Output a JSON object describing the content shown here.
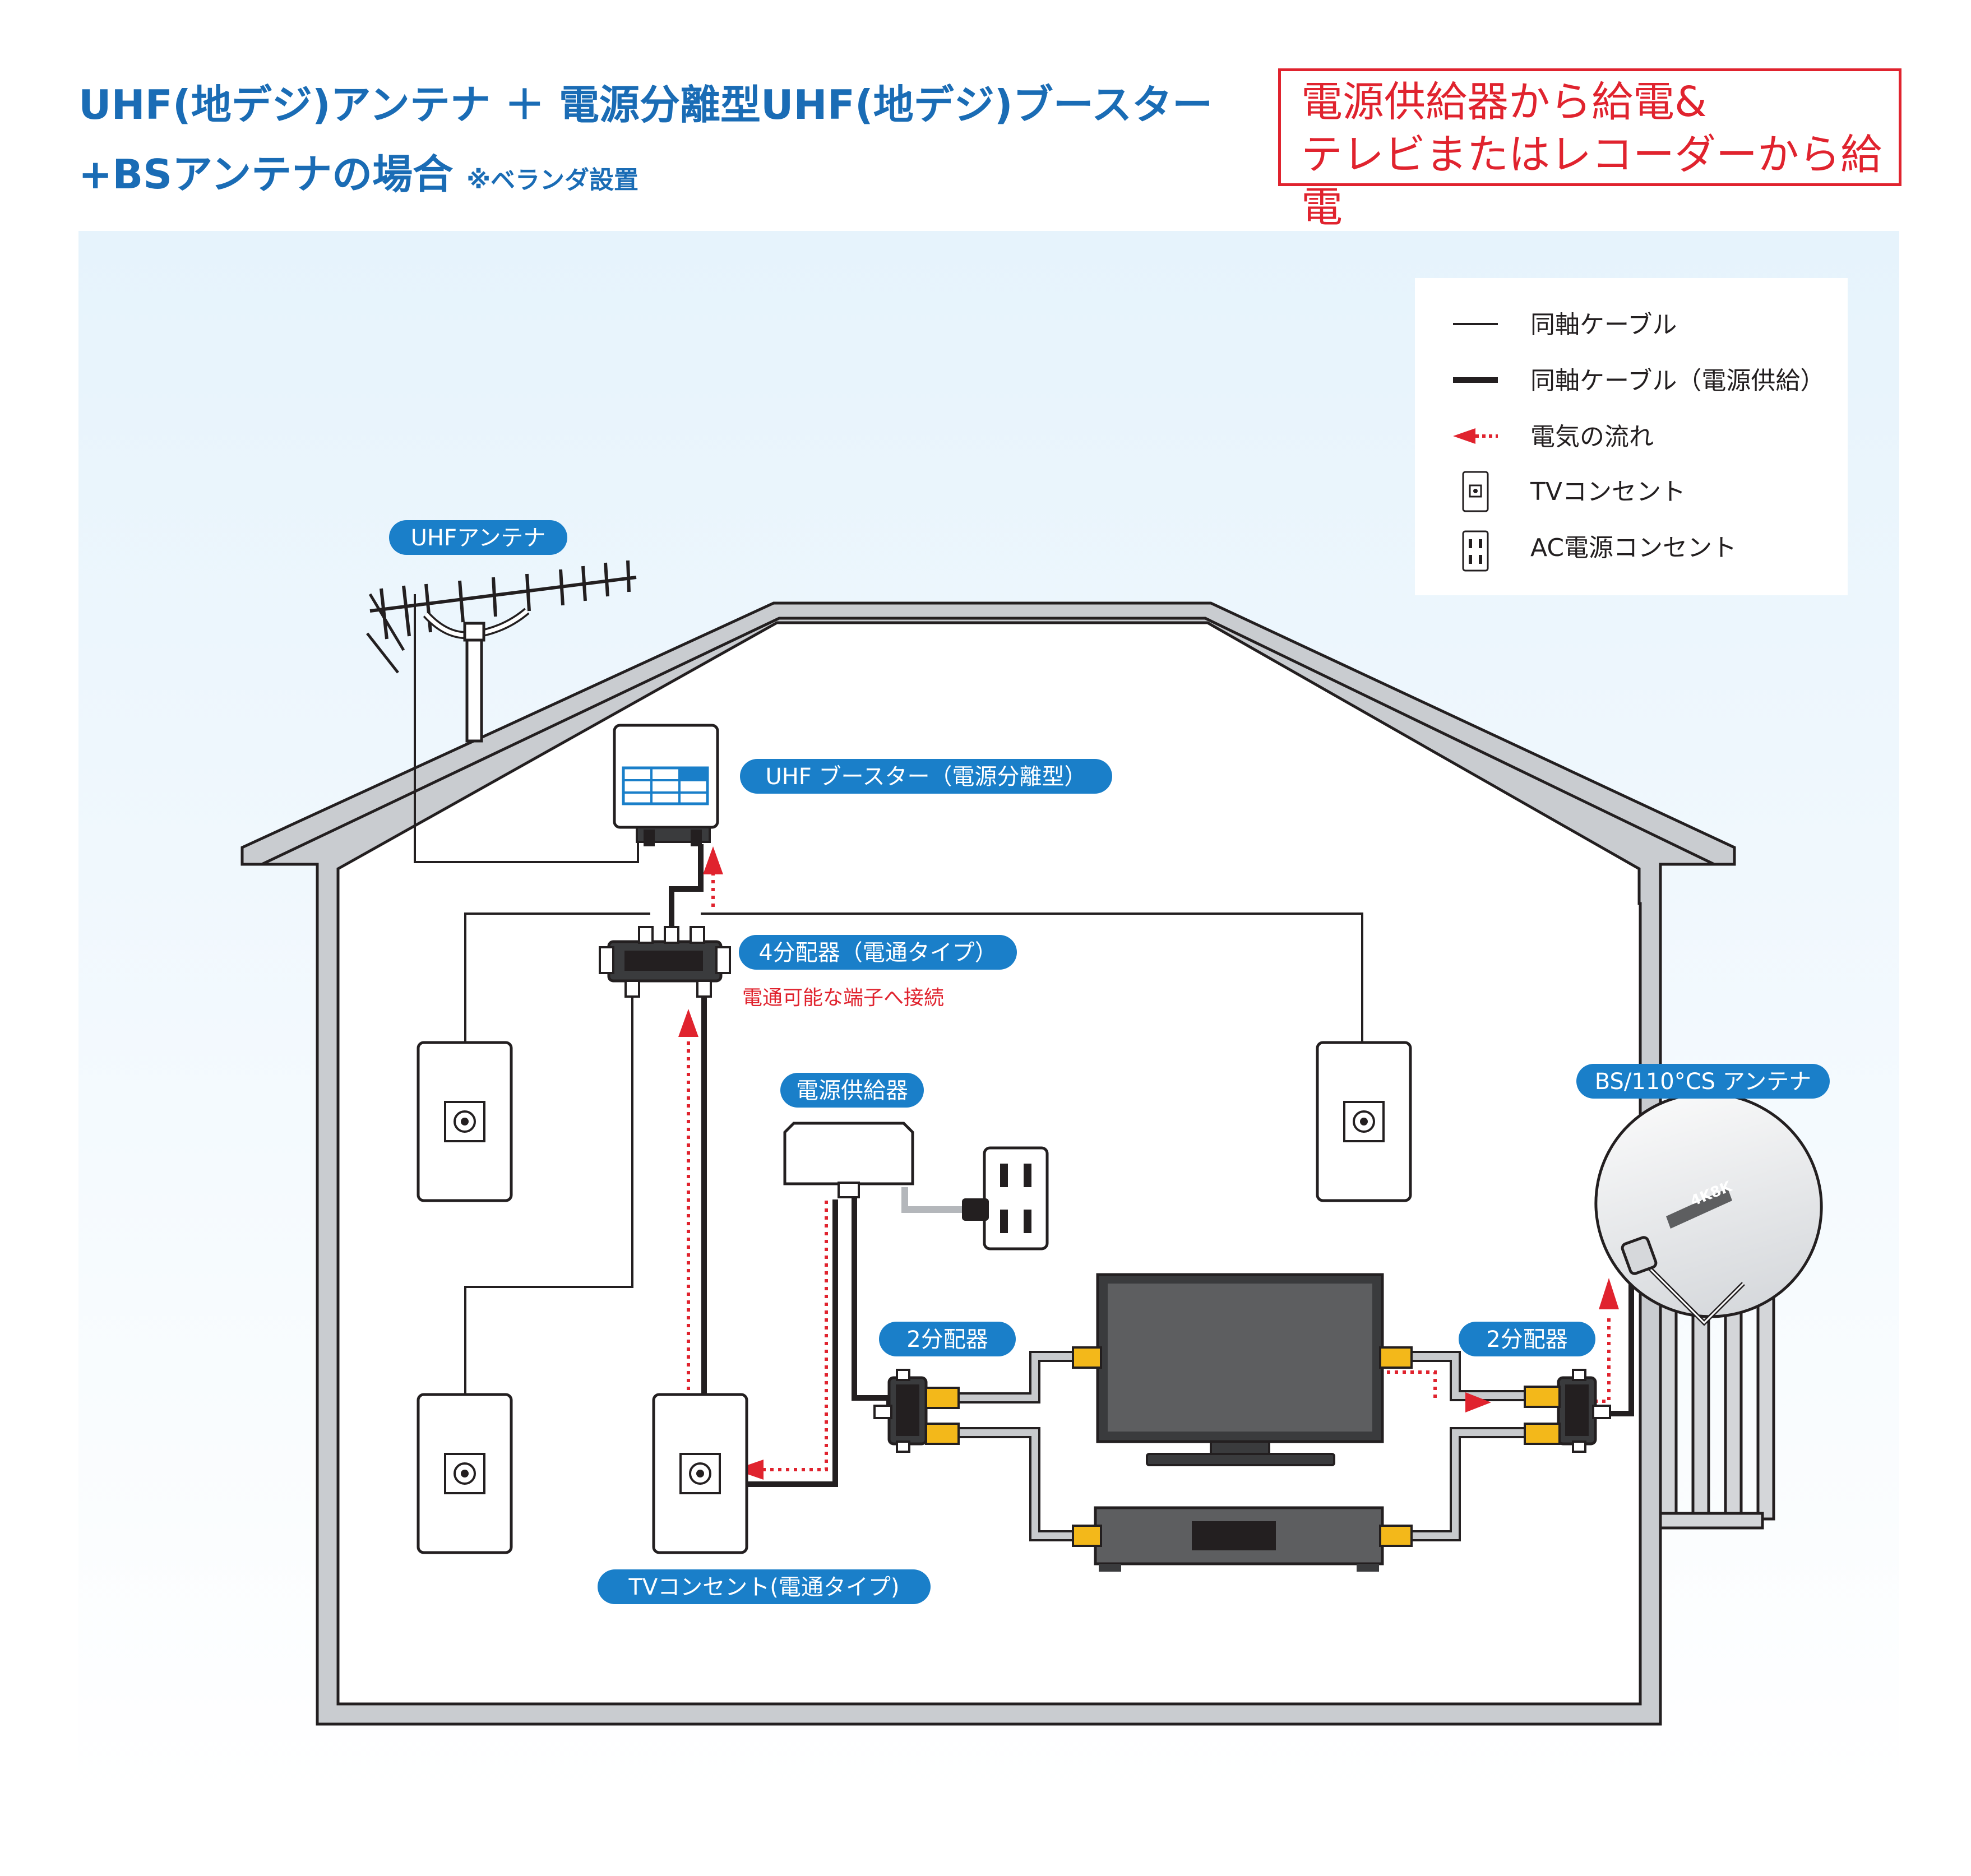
{
  "header": {
    "title_line1": "UHF(地デジ)アンテナ ＋ 電源分離型UHF(地デジ)ブースター",
    "title_line2": "+BSアンテナの場合",
    "title_note": "※ベランダ設置"
  },
  "notice": {
    "line1": "電源供給器から給電&",
    "line2": "テレビまたはレコーダーから給電"
  },
  "legend": {
    "items": [
      {
        "label": "同軸ケーブル"
      },
      {
        "label": "同軸ケーブル（電源供給）"
      },
      {
        "label": "電気の流れ"
      },
      {
        "label": "TVコンセント"
      },
      {
        "label": "AC電源コンセント"
      }
    ]
  },
  "labels": {
    "uhf_antenna": "UHFアンテナ",
    "uhf_booster": "UHF ブースター（電源分離型）",
    "splitter4": "4分配器（電通タイプ）",
    "splitter4_note": "電通可能な端子へ接続",
    "power_supply": "電源供給器",
    "bs_antenna": "BS/110°CS アンテナ",
    "splitter2_left": "2分配器",
    "splitter2_right": "2分配器",
    "tv_outlet": "TVコンセント(電通タイプ)",
    "dish_logo": "4K8K"
  },
  "colors": {
    "title_blue": "#1a6cb5",
    "label_bg": "#1a7fc9",
    "accent_red": "#e0232e",
    "sky": "#e8f4fc",
    "house_wall": "#c9ccd0",
    "gold": "#f3b81a",
    "device_dark": "#3a3b3d"
  }
}
